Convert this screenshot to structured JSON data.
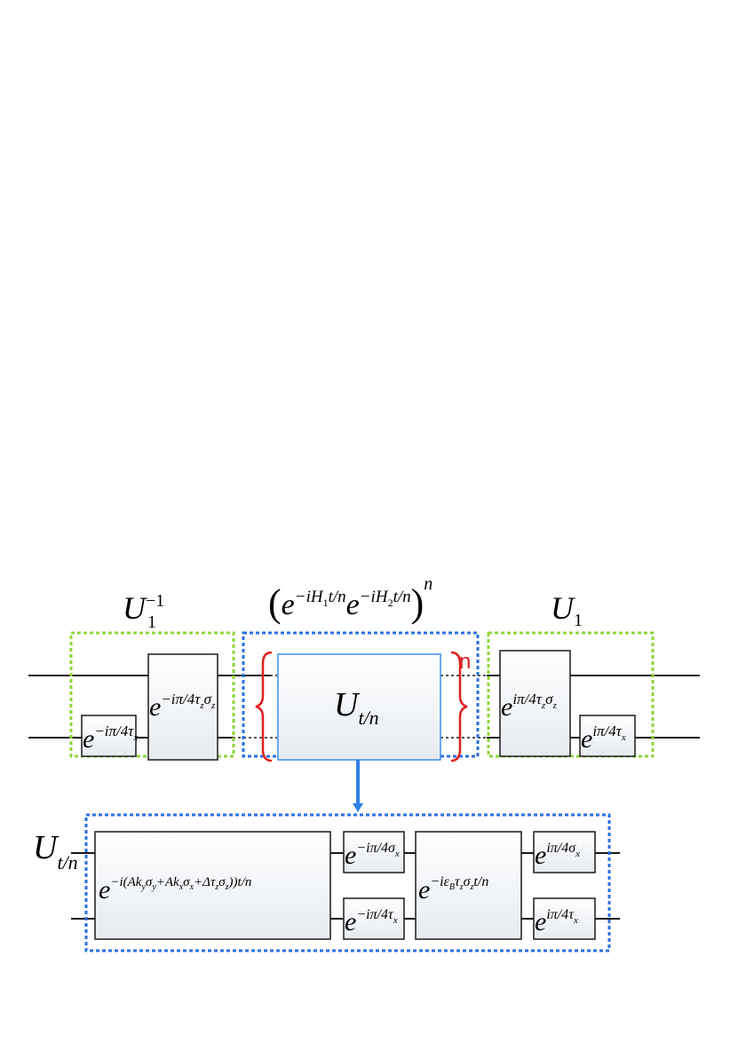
{
  "labels": {
    "u1_inverse": {
      "base": "U",
      "sub": "1",
      "sup": "−1"
    },
    "u1": {
      "base": "U",
      "sub": "1"
    },
    "repeat_expr": {
      "lparen": "(",
      "e1": "e",
      "e1_sup_a": "−iH",
      "e1_sup_sub": "1",
      "e1_sup_b": "t/n",
      "e2": "e",
      "e2_sup_a": "−iH",
      "e2_sup_sub": "2",
      "e2_sup_b": "t/n",
      "rparen": ")",
      "power": "n"
    },
    "repeat_count": "n",
    "ut_n_inner": {
      "base": "U",
      "sub": "t/n"
    },
    "ut_n_lower": {
      "base": "U",
      "sub": "t/n"
    }
  },
  "gates": {
    "g_inv_tx": {
      "base": "e",
      "sup": "−iπ/4τ",
      "sup_sub": "x"
    },
    "g_inv_zz": {
      "base": "e",
      "sup_a": "−iπ/4τ",
      "sup_sub1": "z",
      "sup_b": "σ",
      "sup_sub2": "z"
    },
    "g_zz": {
      "base": "e",
      "sup_a": "iπ/4τ",
      "sup_sub1": "z",
      "sup_b": "σ",
      "sup_sub2": "z"
    },
    "g_tx": {
      "base": "e",
      "sup": "iπ/4τ",
      "sup_sub": "x"
    },
    "g_big": {
      "base": "e",
      "p1": "−i(",
      "p2": "Ak",
      "p2s": "y",
      "p3": "σ",
      "p3s": "y",
      "p4": "+Ak",
      "p4s": "x",
      "p5": "σ",
      "p5s": "x",
      "p6": "+Δτ",
      "p6s": "z",
      "p7": "σ",
      "p7s": "z",
      "p8": "))t/n"
    },
    "g_inv_sx": {
      "base": "e",
      "sup": "−iπ/4σ",
      "sup_sub": "x"
    },
    "g_inv_tx2": {
      "base": "e",
      "sup": "−iπ/4τ",
      "sup_sub": "x"
    },
    "g_eb": {
      "base": "e",
      "sup_a": "−iε",
      "sup_sub1": "B",
      "sup_b": "τ",
      "sup_sub2": "z",
      "sup_c": "σ",
      "sup_sub3": "z",
      "sup_d": "t/n"
    },
    "g_sx": {
      "base": "e",
      "sup": "iπ/4σ",
      "sup_sub": "x"
    },
    "g_tx3": {
      "base": "e",
      "sup": "iπ/4τ",
      "sup_sub": "x"
    }
  },
  "colors": {
    "line": "#1a1a1a",
    "green_dash": "#8fd63a",
    "blue_dash": "#2b6fe0",
    "inner_box": "#3b8ee8",
    "red_brace": "#e02020",
    "arrow": "#2f7fe6",
    "gate_fill_top": "#ffffff",
    "gate_fill_bottom": "#e8edf2"
  }
}
